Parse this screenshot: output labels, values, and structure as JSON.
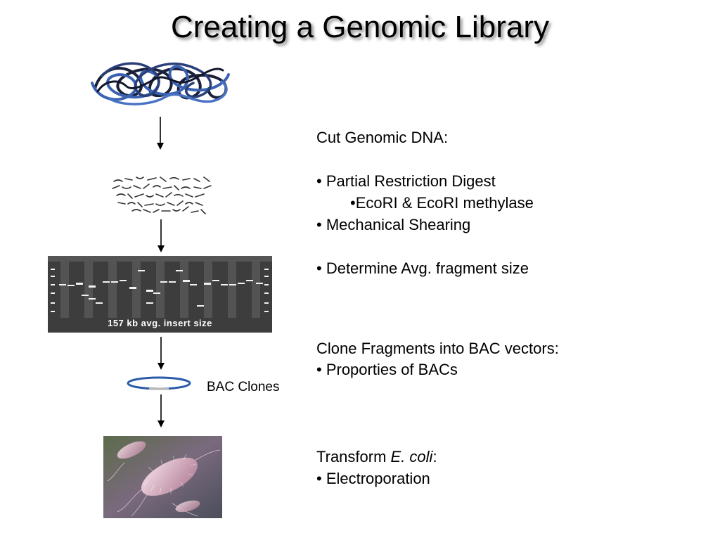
{
  "slide": {
    "title": "Creating a Genomic Library"
  },
  "figures": {
    "gel_caption": "157 kb avg. insert size",
    "bac_label": "BAC Clones"
  },
  "section_cut": {
    "heading": "Cut Genomic DNA:",
    "item1": "•  Partial Restriction Digest",
    "subitem1": "•EcoRI & EcoRI methylase",
    "item2": "•  Mechanical Shearing",
    "item3": "•  Determine Avg. fragment size"
  },
  "section_clone": {
    "heading": "Clone Fragments into BAC vectors:",
    "item1": "• Proporties of BACs"
  },
  "section_transform": {
    "heading_prefix": "Transform ",
    "heading_italic": "E. coli",
    "heading_suffix": ":",
    "item1": "•  Electroporation"
  },
  "colors": {
    "dna_dark": "#1a1f3a",
    "dna_blue": "#3a62b0",
    "bac_ring": "#2a5aa8",
    "gel_bg": "#3a3a3a"
  }
}
